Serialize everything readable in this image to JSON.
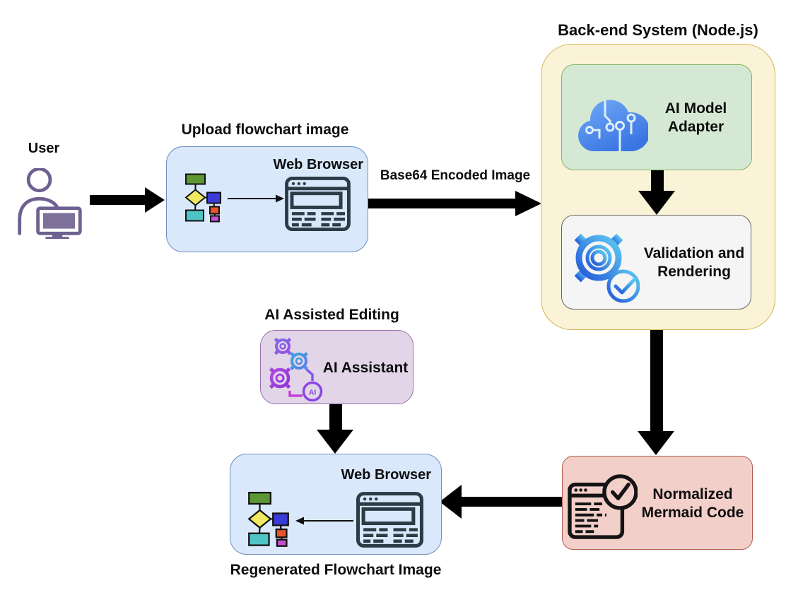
{
  "user": {
    "label": "User"
  },
  "upload": {
    "title": "Upload flowchart image",
    "browser_label": "Web Browser"
  },
  "arrows": {
    "base64_label": "Base64 Encoded Image"
  },
  "backend": {
    "title": "Back-end System (Node.js)",
    "adapter_label": "AI Model Adapter",
    "validation_label": "Validation and Rendering"
  },
  "mermaid": {
    "label": "Normalized Mermaid Code"
  },
  "regenerated": {
    "browser_label": "Web Browser",
    "caption": "Regenerated Flowchart Image"
  },
  "assistant": {
    "title": "AI Assisted Editing",
    "label": "AI Assistant",
    "badge_text": "AI"
  },
  "colors": {
    "box_blue_fill": "#dae8fc",
    "box_blue_border": "#6c8ebf",
    "container_yellow_fill": "#fbf3d7",
    "container_yellow_border": "#d6b656",
    "box_green_fill": "#d5e8d4",
    "box_green_border": "#82b366",
    "box_gray_fill": "#f5f5f5",
    "box_gray_border": "#666666",
    "box_red_fill": "#f3cfca",
    "box_red_border": "#b05a52",
    "box_purple_fill": "#e1d5e7",
    "box_purple_border": "#9673a6",
    "arrow_black": "#000000",
    "user_purple": "#6e6190",
    "icon_dark": "#2d3b45",
    "mini_flow_green": "#5c9733",
    "mini_flow_yellow": "#f0e860",
    "mini_flow_blue": "#3b3bd6",
    "mini_flow_teal": "#4fc4c4",
    "mini_flow_orange": "#e8542c",
    "mini_flow_magenta": "#c44fd0",
    "gradient_blue_light": "#5ecbf2",
    "gradient_blue_dark": "#2257d8",
    "cloud_blue_light": "#72aaf6",
    "cloud_blue_dark": "#3875e2",
    "gear_purple": "#a13bd6"
  }
}
